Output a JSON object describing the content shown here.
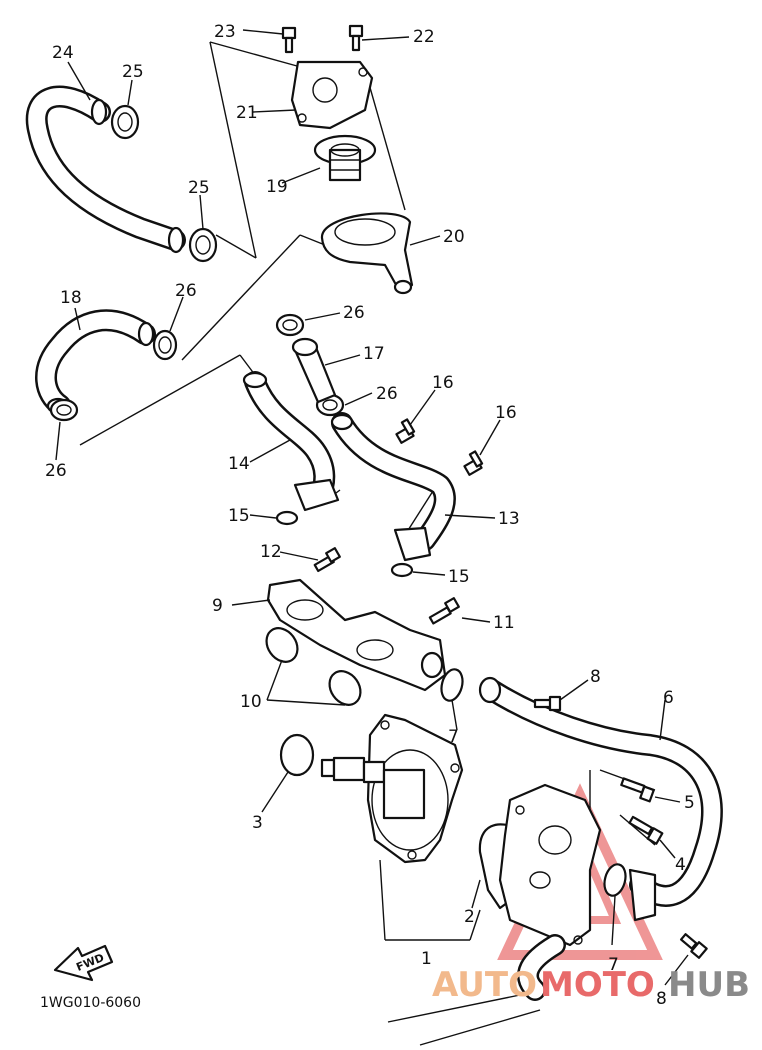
{
  "diagram": {
    "code": "1WG010-6060",
    "fwd_label": "FWD",
    "watermark": {
      "part1": "AUTO",
      "part2": "MOTO",
      "part3": "HUB"
    },
    "callouts": [
      "1",
      "2",
      "3",
      "4",
      "5",
      "6",
      "7",
      "7",
      "8",
      "8",
      "9",
      "10",
      "11",
      "12",
      "13",
      "14",
      "15",
      "15",
      "16",
      "16",
      "17",
      "18",
      "19",
      "20",
      "21",
      "22",
      "23",
      "24",
      "25",
      "25",
      "26",
      "26",
      "26",
      "26"
    ]
  }
}
